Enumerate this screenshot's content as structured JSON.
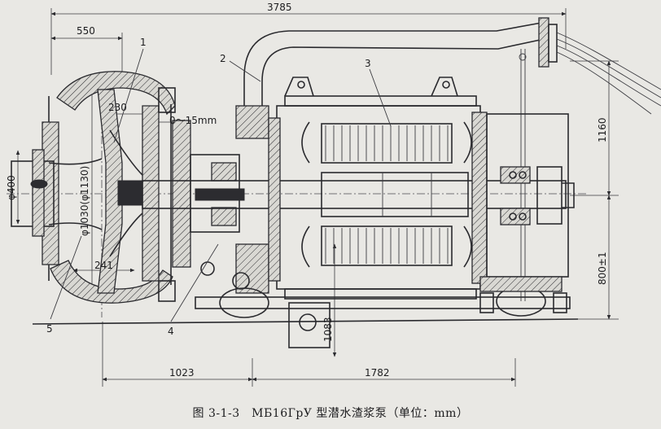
{
  "dimensions": {
    "overall_length": "3785",
    "inlet_section": "550",
    "impeller_width": "230",
    "impeller_gap": "0～15mm",
    "inlet_diameter": "φ400",
    "impeller_diameter": "φ1030(φ1130)",
    "impeller_outlet": "241",
    "pump_to_base": "1023",
    "motor_to_end": "1782",
    "height_to_cable": "1160",
    "base_height": "800±1",
    "base_drop": "1083"
  },
  "part_labels": [
    "1",
    "2",
    "3",
    "4",
    "5"
  ],
  "caption": "图 3-1-3　MБ16ГрУ 型潜水渣浆泵（单位：mm）"
}
